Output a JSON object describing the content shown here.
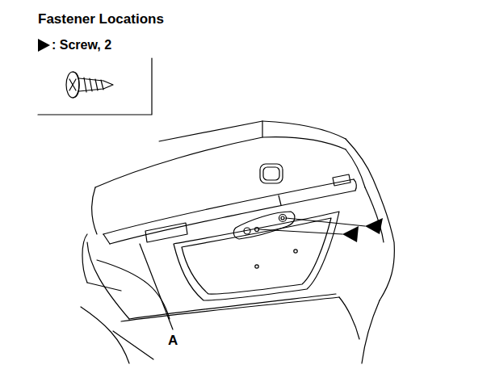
{
  "diagram": {
    "title": "Fastener Locations",
    "labels": [
      "A"
    ],
    "legend": [
      {
        "text": ": Screw, 2"
      }
    ]
  }
}
